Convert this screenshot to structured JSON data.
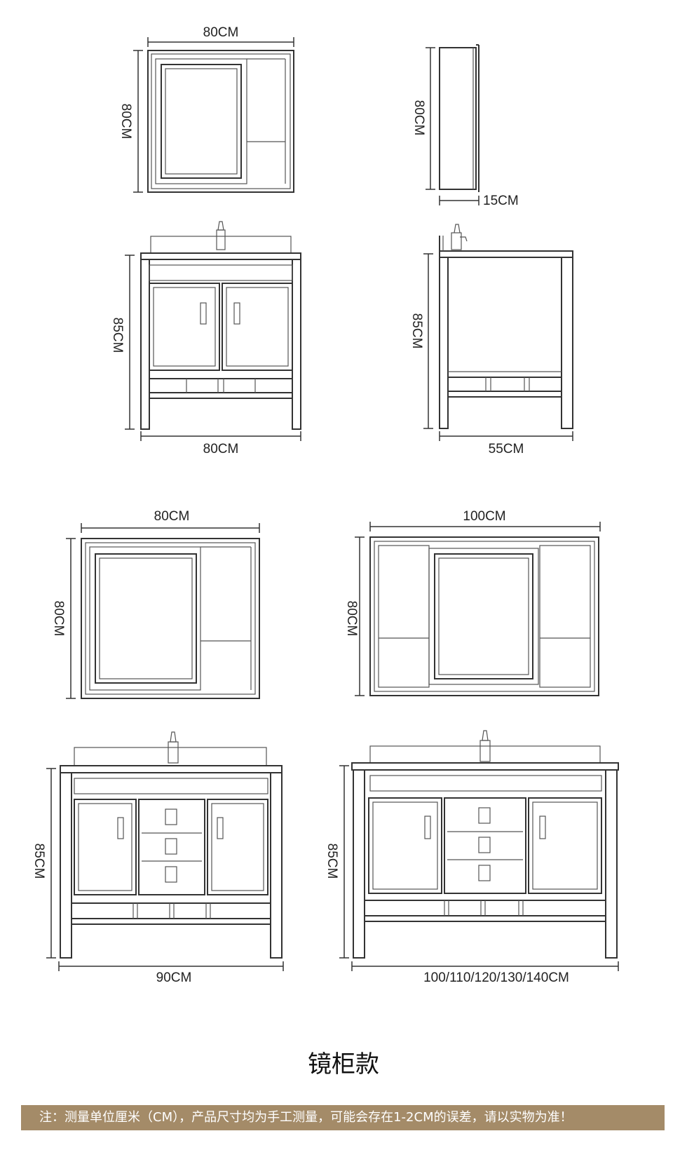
{
  "dimensions": {
    "mirror_small_width": "80CM",
    "mirror_small_height": "80CM",
    "mirror_side_height": "80CM",
    "mirror_side_depth": "15CM",
    "vanity_small_height": "85CM",
    "vanity_small_width": "80CM",
    "vanity_side_height": "85CM",
    "vanity_side_depth": "55CM",
    "mirror_mid_width": "80CM",
    "mirror_mid_height": "80CM",
    "mirror_large_width": "100CM",
    "mirror_large_height": "80CM",
    "vanity_mid_height": "85CM",
    "vanity_mid_width": "90CM",
    "vanity_large_height": "85CM",
    "vanity_large_width": "100/110/120/130/140CM"
  },
  "caption": "镜柜款",
  "footnote": "注：测量单位厘米（CM），产品尺寸均为手工测量，可能会存在1-2CM的误差，请以实物为准！"
}
